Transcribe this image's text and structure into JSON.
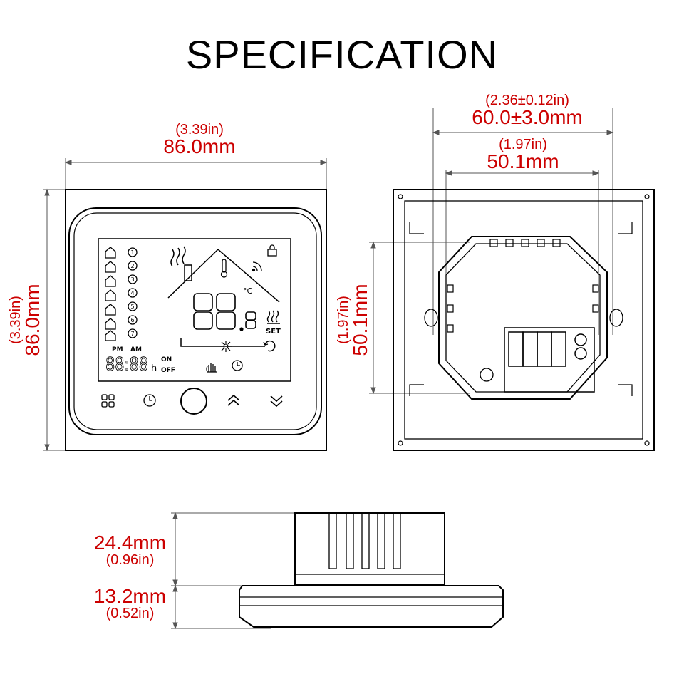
{
  "title": "SPECIFICATION",
  "front": {
    "width": {
      "in": "(3.39in)",
      "mm": "86.0mm"
    },
    "height": {
      "in": "(3.39in)",
      "mm": "86.0mm"
    },
    "lcd": {
      "pm": "PM",
      "am": "AM",
      "on": "ON",
      "off": "OFF",
      "h": "h",
      "set": "SET",
      "clock": "88:88",
      "temp_main": "88",
      "temp_dec": ".8",
      "deg_c": "°C",
      "programs": [
        "1",
        "2",
        "3",
        "4",
        "5",
        "6",
        "7"
      ]
    }
  },
  "back": {
    "outer": {
      "in": "(2.36±0.12in)",
      "mm": "60.0±3.0mm"
    },
    "inner": {
      "in": "(1.97in)",
      "mm": "50.1mm"
    },
    "height": {
      "in": "(1.97in)",
      "mm": "50.1mm"
    }
  },
  "side": {
    "depth_back": {
      "mm": "24.4mm",
      "in": "(0.96in)"
    },
    "depth_front": {
      "mm": "13.2mm",
      "in": "(0.52in)"
    }
  },
  "colors": {
    "dimension": "#cc0000",
    "line": "#000000",
    "guide": "#888888"
  }
}
